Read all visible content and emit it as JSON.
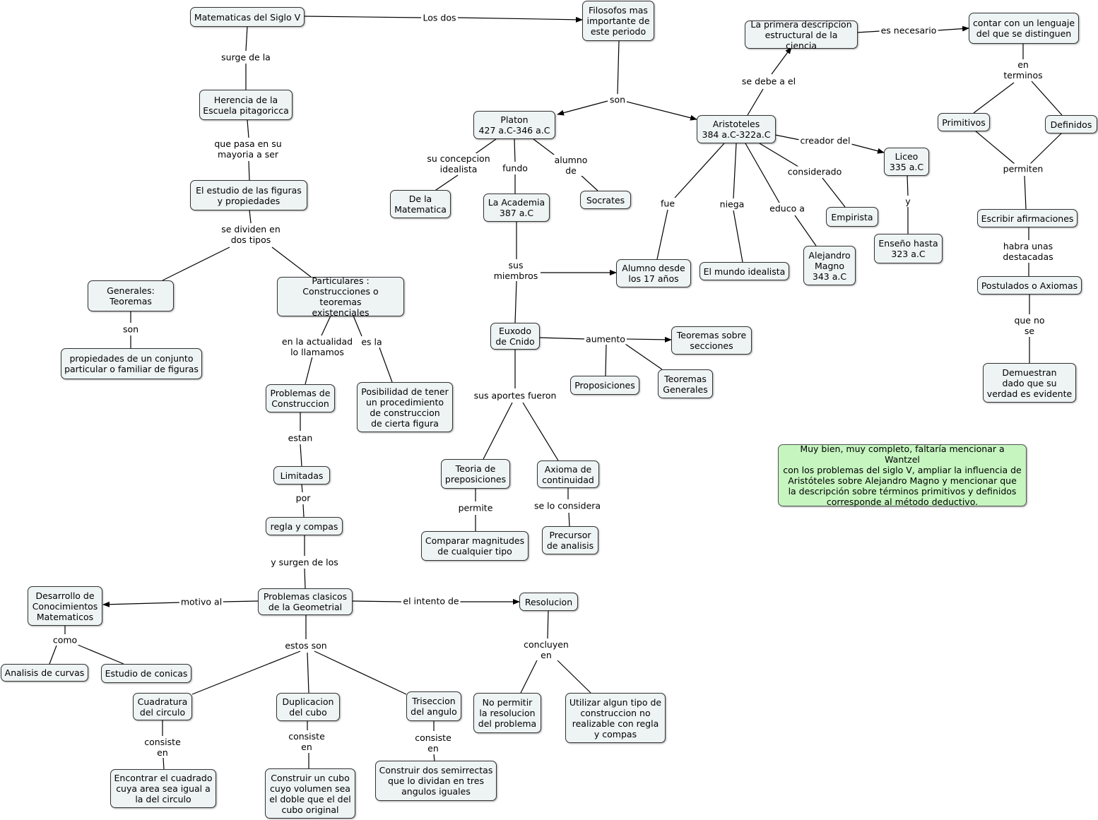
{
  "nodes": {
    "n_mat": "Matematicas del Siglo V",
    "n_filo": "Filosofos mas\nimportante de\neste periodo",
    "n_herencia": "Herencia de la\nEscuela pitagoricca",
    "n_estudio": "El estudio de las figuras\ny propiedades",
    "n_generales": "Generales:\nTeoremas",
    "n_particulares": "Particulares :\nConstrucciones o teoremas\nexistenciales",
    "n_propiedades": "propiedades de un conjunto\nparticular o familiar de figuras",
    "n_probcons": "Problemas de\nConstruccion",
    "n_posib": "Posibilidad de tener\nun procedimiento\nde construccion\nde cierta figura",
    "n_limitadas": "Limitadas",
    "n_regla": "regla y compas",
    "n_probclas": "Problemas clasicos\nde la Geometrial",
    "n_desarrollo": "Desarrollo de\nConocimientos\nMatematicos",
    "n_analisis": "Analisis de curvas",
    "n_conicas": "Estudio de conicas",
    "n_cuadratura": "Cuadratura\ndel circulo",
    "n_duplicacion": "Duplicacion\ndel cubo",
    "n_triseccion": "Triseccion\ndel angulo",
    "n_encontrar": "Encontrar el cuadrado\ncuya area sea igual a\nla del circulo",
    "n_construir_cubo": "Construir un cubo\ncuyo volumen sea\nel doble que el del\ncubo original",
    "n_semirrectas": "Construir dos semirrectas\nque lo dividan en tres\nangulos iguales",
    "n_resolucion": "Resolucion",
    "n_nopermitir": "No permitir\nla resolucion\ndel problema",
    "n_utilizar": "Utilizar algun tipo de\nconstruccion no\nrealizable con regla\ny compas",
    "n_platon": "Platon\n427 a.C-346 a.C",
    "n_dela": "De la\nMatematica",
    "n_academia": "La Academia\n387 a.C",
    "n_socrates": "Socrates",
    "n_euxodo": "Euxodo\nde Cnido",
    "n_alumno17": "Alumno desde\nlos 17 años",
    "n_teosec": "Teoremas sobre\nsecciones",
    "n_proposiciones": "Proposiciones",
    "n_teogen": "Teoremas\nGenerales",
    "n_teoria": "Teoria de\npreposiciones",
    "n_axioma": "Axioma de\ncontinuidad",
    "n_comparar": "Comparar magnitudes\nde cualquier tipo",
    "n_precursor": "Precursor\nde analisis",
    "n_aristoteles": "Aristoteles\n384 a.C-322a.C",
    "n_primera": "La primera descripcion\nestructural de la ciencia",
    "n_contar": "contar con un lenguaje\ndel que se distinguen",
    "n_liceo": "Liceo\n335 a.C",
    "n_empirista": "Empirista",
    "n_mundo": "El mundo idealista",
    "n_alejandro": "Alejandro\nMagno\n343 a.C",
    "n_enseno": "Enseño hasta\n323 a.C",
    "n_primitivos": "Primitivos",
    "n_definidos": "Definidos",
    "n_escribir": "Escribir afirmaciones",
    "n_postulados": "Postulados o Axiomas",
    "n_demuestran": "Demuestran\ndado que su\nverdad es evidente",
    "n_note": "Muy bien, muy completo, faltaría mencionar a Wantzel\ncon los problemas del siglo V, ampliar la influencia de\nAristóteles sobre Alejandro Magno y mencionar que\nla descripción sobre términos primitivos y definidos\ncorresponde al método deductivo."
  },
  "labels": {
    "l_losdos": "Los dos",
    "l_surge": "surge de la",
    "l_quepasa": "que pasa en su\nmayoria a ser",
    "l_sedividen": "se dividen en\ndos tipos",
    "l_son1": "son",
    "l_actualidad": "en la actualidad\nlo llamamos",
    "l_esla": "es la",
    "l_estan": "estan",
    "l_por": "por",
    "l_ysurgen": "y surgen de los",
    "l_motivo": "motivo al",
    "l_como": "como",
    "l_estosson": "estos son",
    "l_consiste1": "consiste\nen",
    "l_consiste2": "consiste\nen",
    "l_consiste3": "consiste\nen",
    "l_intento": "el intento de",
    "l_concluyen": "concluyen\nen",
    "l_son2": "son",
    "l_concepcion": "su concepcion\nidealista",
    "l_fundo": "fundo",
    "l_alumnode": "alumno\nde",
    "l_susmiembros": "sus\nmiembros",
    "l_aumento": "aumento",
    "l_aportes": "sus aportes fueron",
    "l_permite": "permite",
    "l_seloconsidera": "se lo considera",
    "l_sedebe": "se debe a el",
    "l_esnecesario": "es necesario",
    "l_creador": "creador del",
    "l_considerado": "considerado",
    "l_fue": "fue",
    "l_niega": "niega",
    "l_educo": "educo a",
    "l_y": "y",
    "l_enterminos": "en\nterminos",
    "l_permiten": "permiten",
    "l_habra": "habra unas\ndestacadas",
    "l_queno": "que no\nse"
  }
}
